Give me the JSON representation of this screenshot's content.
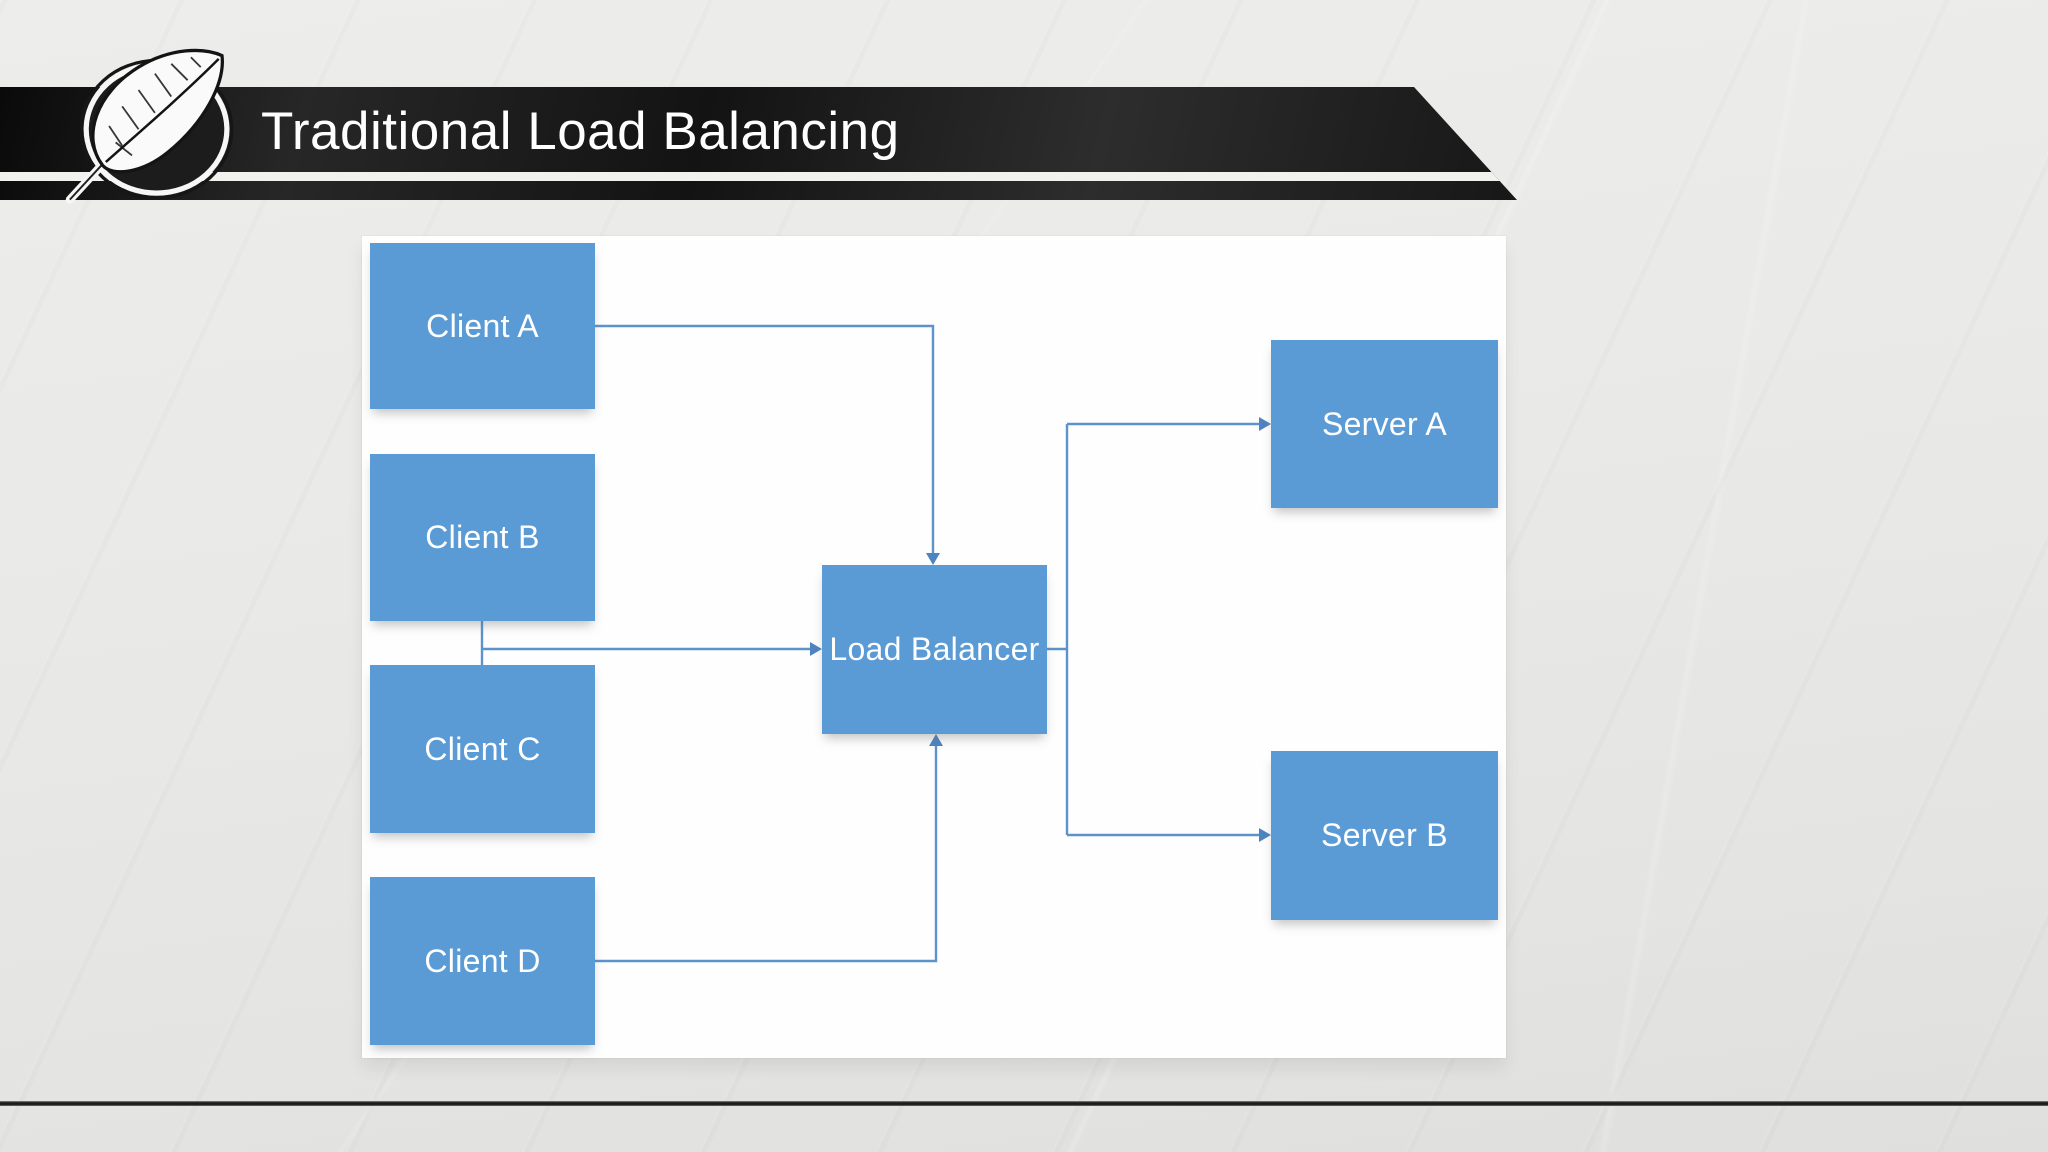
{
  "slide": {
    "title": "Traditional Load Balancing"
  },
  "icons": {
    "logo": "quill-feather-logo"
  },
  "diagram": {
    "nodes": [
      {
        "id": "client-a",
        "label": "Client A"
      },
      {
        "id": "client-b",
        "label": "Client B"
      },
      {
        "id": "client-c",
        "label": "Client C"
      },
      {
        "id": "client-d",
        "label": "Client D"
      },
      {
        "id": "load-balancer",
        "label": "Load Balancer"
      },
      {
        "id": "server-a",
        "label": "Server A"
      },
      {
        "id": "server-b",
        "label": "Server B"
      }
    ],
    "edges": [
      {
        "from": "Client A",
        "to": "Load Balancer"
      },
      {
        "from": "Client B",
        "to": "Load Balancer"
      },
      {
        "from": "Client C",
        "to": "Load Balancer"
      },
      {
        "from": "Client D",
        "to": "Load Balancer"
      },
      {
        "from": "Load Balancer",
        "to": "Server A"
      },
      {
        "from": "Load Balancer",
        "to": "Server B"
      }
    ],
    "colors": {
      "node_fill": "#5B9BD5",
      "node_text": "#FFFFFF",
      "connector": "#5D93CB",
      "arrowhead": "#4E84C0",
      "canvas": "#FEFEFE",
      "banner": "#1A1A1A",
      "banner_stripe": "#F1F1EE",
      "background": "#E8E8E6",
      "title_text": "#FFFFFF"
    }
  }
}
